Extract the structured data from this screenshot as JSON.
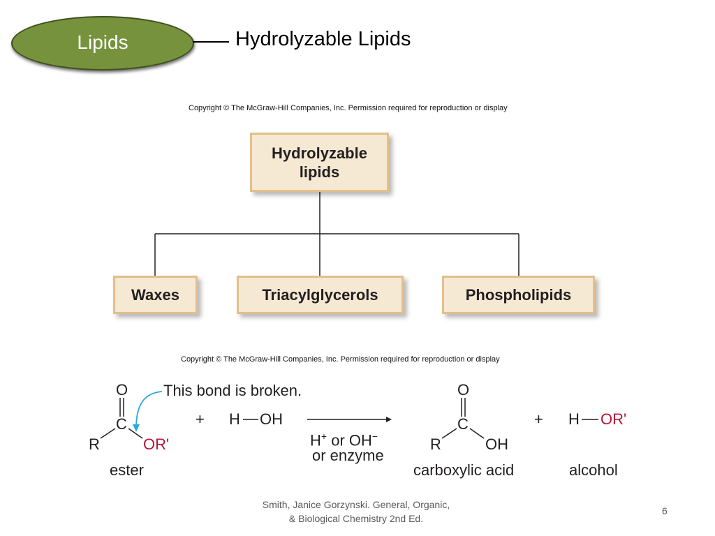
{
  "header": {
    "category_label": "Lipids",
    "title": "Hydrolyzable Lipids"
  },
  "copyright_notice": "Copyright © The McGraw-Hill Companies, Inc. Permission required for reproduction or display",
  "tree": {
    "root": {
      "line1": "Hydrolyzable",
      "line2": "lipids"
    },
    "children": [
      "Waxes",
      "Triacylglycerols",
      "Phospholipids"
    ]
  },
  "reaction": {
    "ester": {
      "carbonyl_o": "O",
      "carbon": "C",
      "r_group": "R",
      "or_group": "OR'",
      "label": "ester"
    },
    "bond_annotation": "This bond is broken.",
    "plus": "+",
    "water": {
      "h": "H",
      "oh": "OH"
    },
    "conditions": {
      "h": "H",
      "h_charge": "+",
      "or_text": "or OH",
      "oh_charge": "−",
      "line2": "or enzyme"
    },
    "acid": {
      "carbonyl_o": "O",
      "carbon": "C",
      "r_group": "R",
      "oh_group": "OH",
      "label": "carboxylic acid"
    },
    "alcohol": {
      "h": "H",
      "or_group": "OR'",
      "label": "alcohol"
    }
  },
  "footer": {
    "citation_line1": "Smith, Janice Gorzynski. General, Organic,",
    "citation_line2": "& Biological Chemistry 2nd Ed.",
    "page_number": "6"
  },
  "colors": {
    "ellipse_fill": "#76923c",
    "box_fill": "#f6e9d4",
    "box_border": "#e2bf8a",
    "red_group": "#b5173a",
    "arrow_blue": "#29a9e1"
  }
}
